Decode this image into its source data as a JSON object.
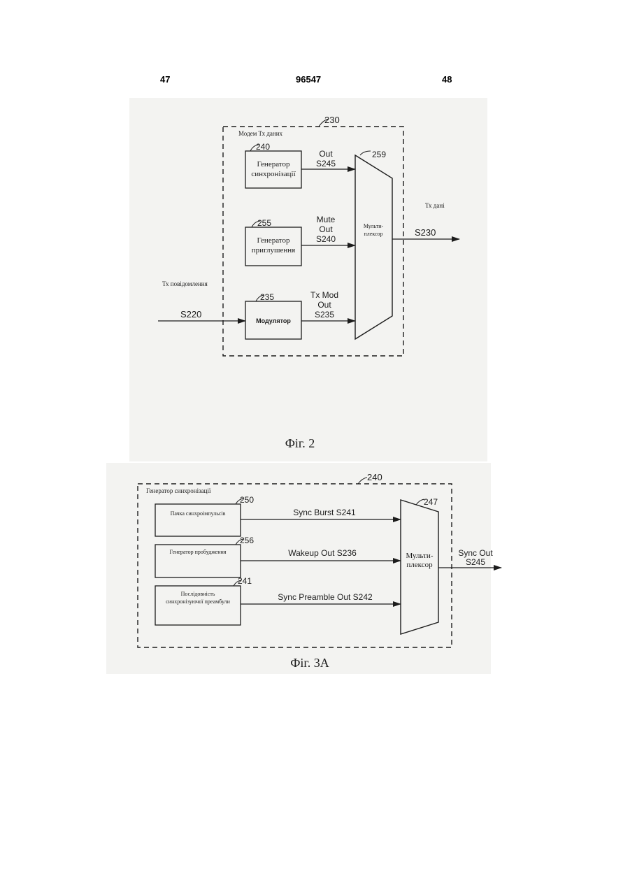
{
  "header": {
    "left_page": "47",
    "patent_no": "96547",
    "right_page": "48"
  },
  "fig2": {
    "caption": "Фіг. 2",
    "ref_frame": "230",
    "frame_title": "Модем Тх даних",
    "sync_gen": {
      "ref": "240",
      "line1": "Генератор",
      "line2": "синхронізації"
    },
    "mute_gen": {
      "ref": "255",
      "line1": "Генератор",
      "line2": "приглушення"
    },
    "modulator": {
      "ref": "235",
      "label": "Модулятор"
    },
    "mux": {
      "ref": "259",
      "line1": "Мульти-",
      "line2": "плексор"
    },
    "sig_out1": "Out",
    "sig_out2": "S245",
    "sig_mute1": "Mute",
    "sig_mute2": "Out",
    "sig_mute3": "S240",
    "sig_mod1": "Tx Mod",
    "sig_mod2": "Out",
    "sig_mod3": "S235",
    "input_title": "Тх повідомлення",
    "input_sig": "S220",
    "output_title": "Тх дані",
    "output_sig": "S230"
  },
  "fig3a": {
    "caption": "Фіг. 3А",
    "ref_frame": "240",
    "frame_title": "Генератор синхронізації",
    "burst": {
      "ref": "250",
      "label": "Пачка синхроімпульсів"
    },
    "wakeup": {
      "ref": "256",
      "label": "Генератор пробудження"
    },
    "preamble": {
      "ref": "241",
      "line1": "Послідовність",
      "line2": "синхронізуючої преамбули"
    },
    "mux": {
      "ref": "247",
      "line1": "Мульти-",
      "line2": "плексор"
    },
    "sig_burst": "Sync Burst S241",
    "sig_wakeup": "Wakeup Out  S236",
    "sig_preamble": "Sync Preamble Out  S242",
    "out1": "Sync Out",
    "out2": "S245"
  }
}
